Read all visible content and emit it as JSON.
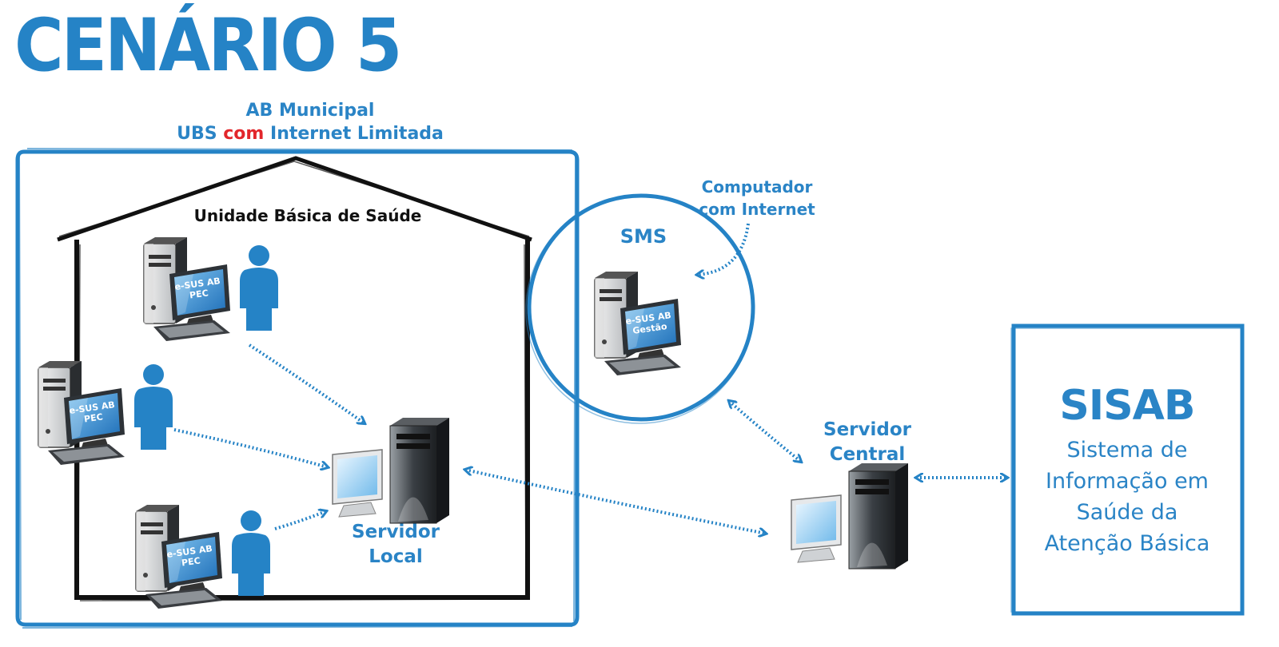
{
  "header": {
    "title": "CENÁRIO 5"
  },
  "region": {
    "line1": "AB Municipal",
    "line2_a": "UBS ",
    "line2_b": "com",
    "line2_c": " Internet Limitada"
  },
  "ubs": {
    "label": "Unidade Básica de Saúde"
  },
  "clients": [
    {
      "screen_line1": "e-SUS AB",
      "screen_line2": "PEC"
    },
    {
      "screen_line1": "e-SUS AB",
      "screen_line2": "PEC"
    },
    {
      "screen_line1": "e-SUS AB",
      "screen_line2": "PEC"
    }
  ],
  "servidor_local": {
    "line1": "Servidor",
    "line2": "Local"
  },
  "sms": {
    "label": "SMS",
    "note_line1": "Computador",
    "note_line2": "com Internet",
    "screen_line1": "e-SUS AB",
    "screen_line2": "Gestão"
  },
  "servidor_central": {
    "line1": "Servidor",
    "line2": "Central"
  },
  "sisab": {
    "title": "SISAB",
    "sub1": "Sistema de",
    "sub2": "Informação em",
    "sub3": "Saúde da",
    "sub4": "Atenção Básica"
  },
  "colors": {
    "brand_blue": "#2583c6",
    "accent_red": "#e2262b",
    "outline_black": "#111111"
  }
}
